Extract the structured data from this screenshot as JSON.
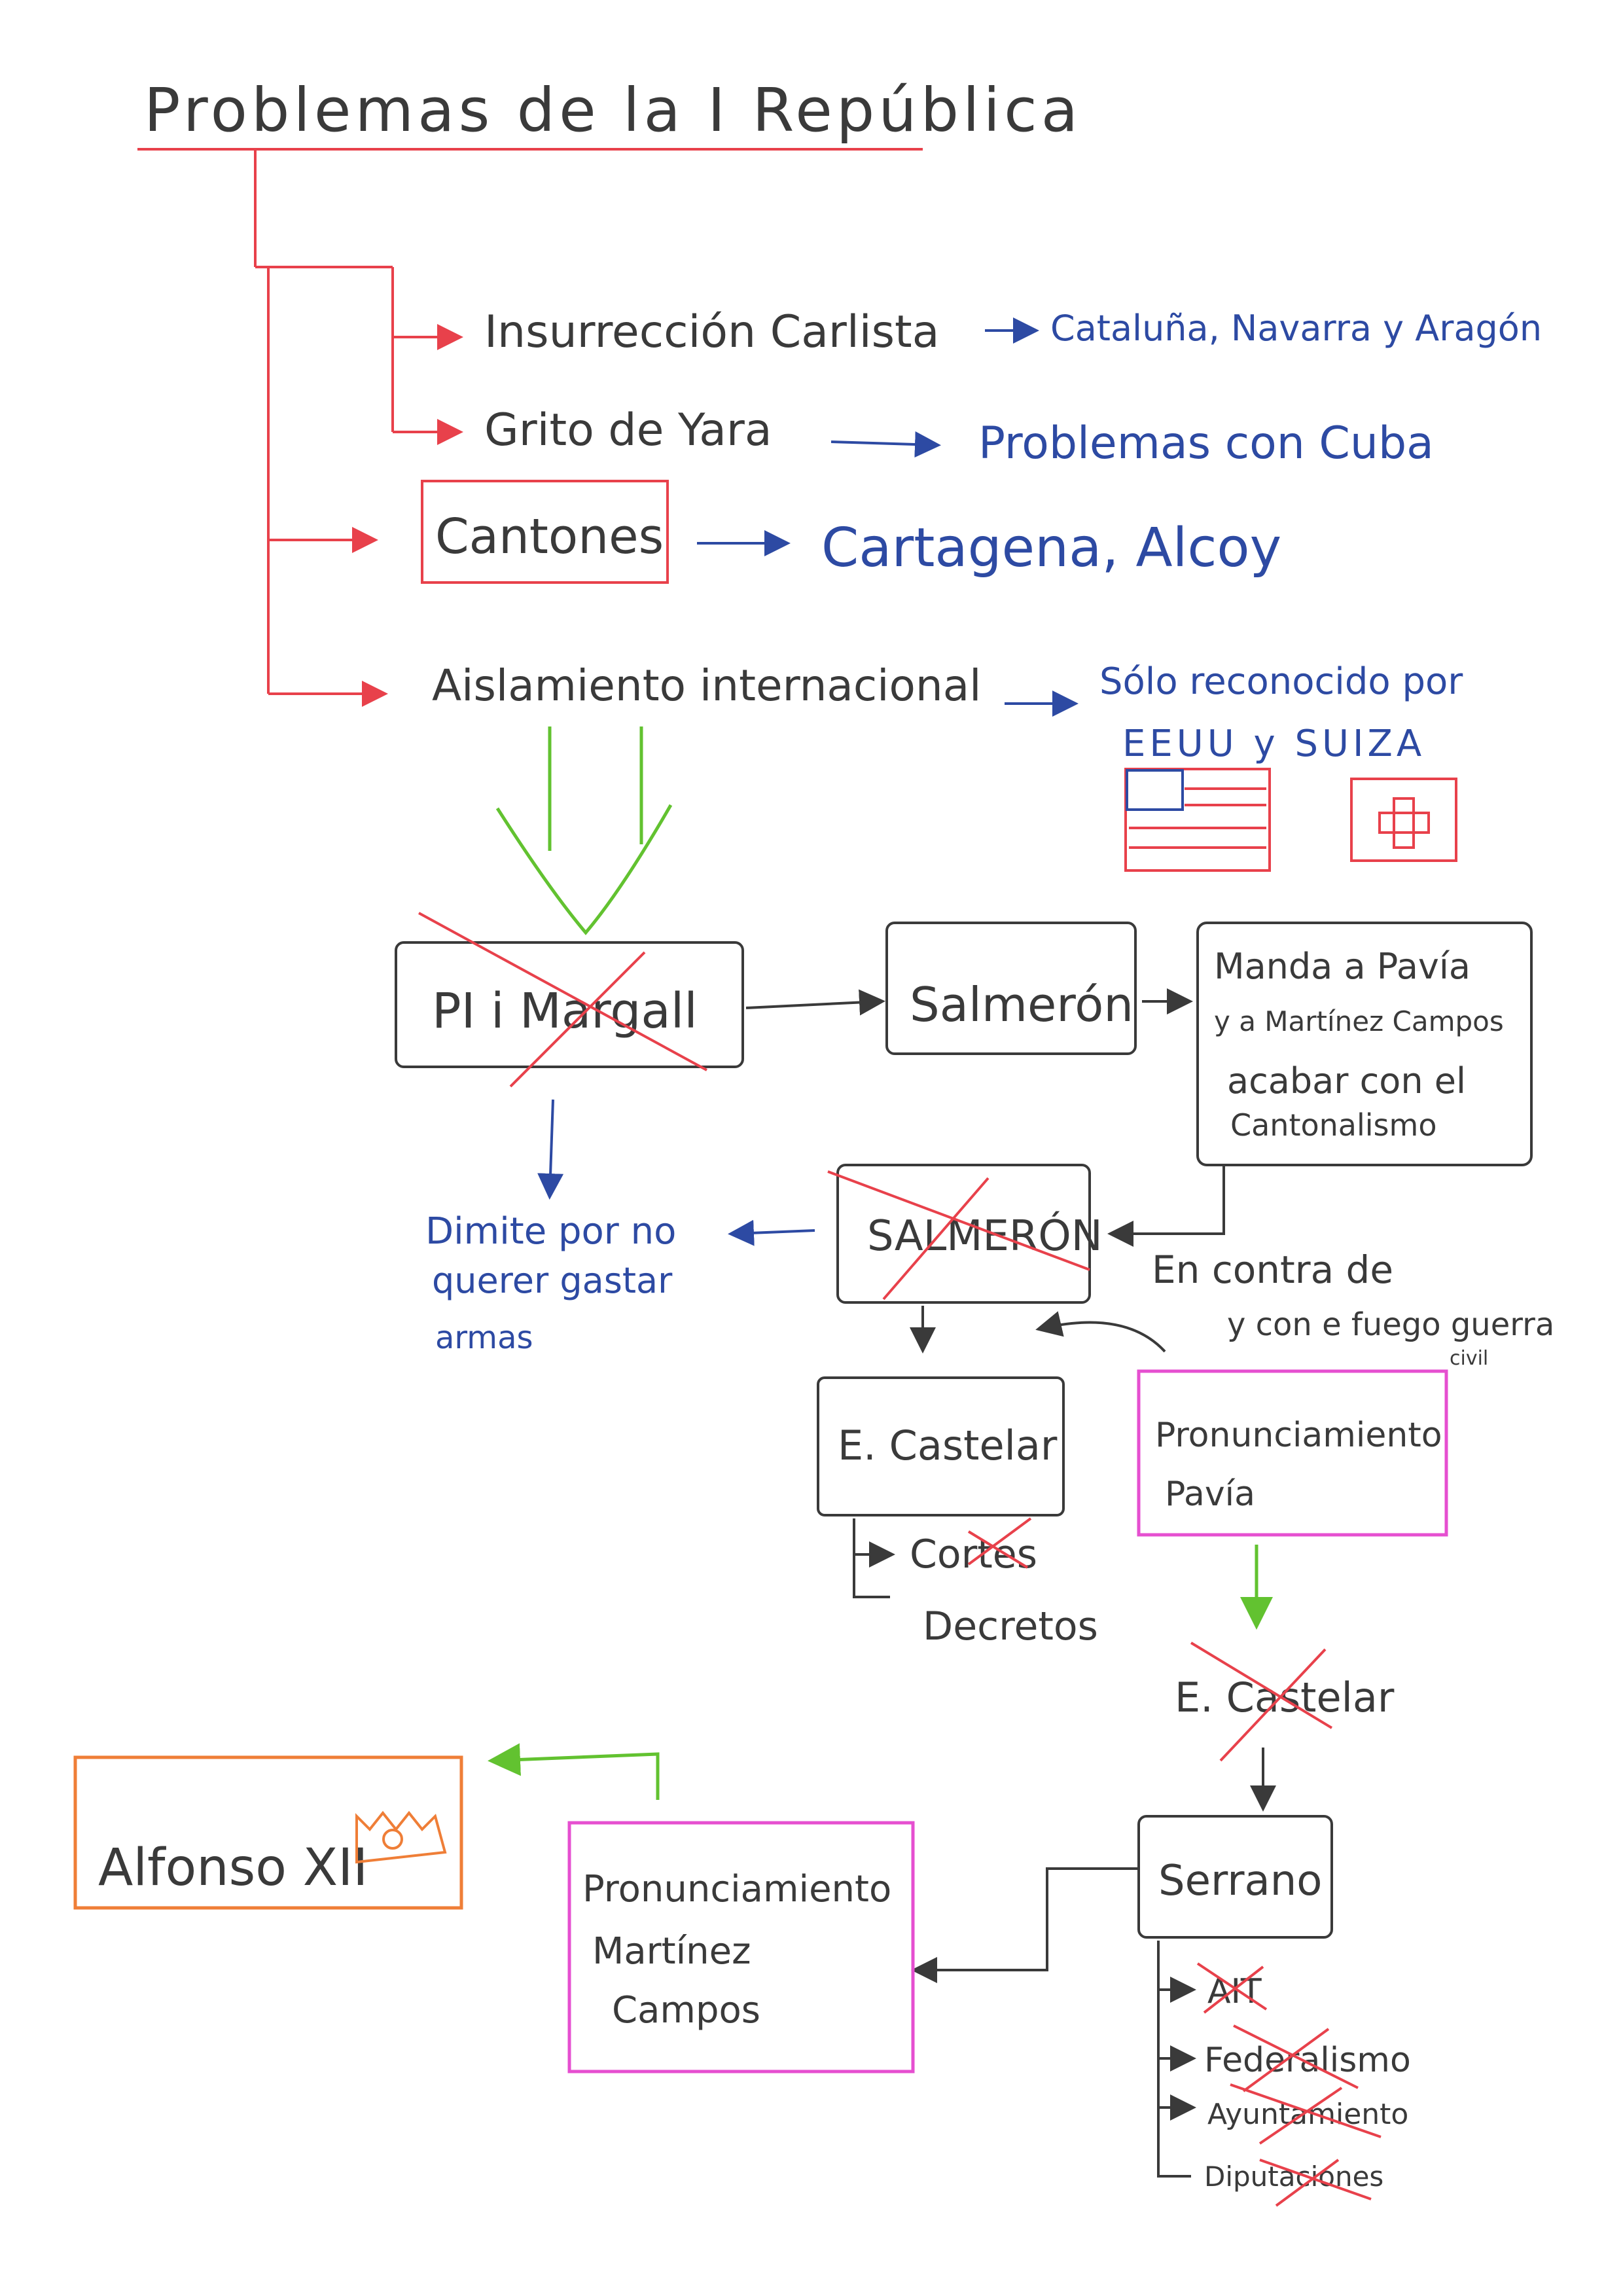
{
  "title": "Problemas de la I República",
  "colors": {
    "red": "#e8414b",
    "blue": "#2d4aa3",
    "black": "#3a3a3a",
    "green": "#62c230",
    "magenta": "#e64fd0",
    "orange": "#ef7e37"
  },
  "problems": [
    {
      "label": "Insurrección Carlista",
      "consequence": "Cataluña, Navarra y Aragón"
    },
    {
      "label": "Grito de Yara",
      "consequence": "Problemas con Cuba"
    },
    {
      "label": "Cantones",
      "consequence": "Cartagena, Alcoy"
    },
    {
      "label": "Aislamiento internacional",
      "consequence_line1": "Sólo reconocido por",
      "consequence_line2": "EEUU y SUIZA"
    }
  ],
  "flags": {
    "usa": "usa-flag-icon",
    "switzerland": "swiss-flag-icon"
  },
  "nodes": {
    "pi_margall": "PI i Margall",
    "salmeron": "Salmerón",
    "pavia_note": [
      "Manda a Pavía",
      "y a Martínez Campos",
      "acabar con el",
      "Cantonalismo"
    ],
    "salmeron_crossed": "SALMERÓN",
    "dimite_note": [
      "Dimite por no",
      "querer gastar",
      "armas"
    ],
    "salmeron_reason": [
      "En contra de",
      "y con e fuego guerra",
      "civil"
    ],
    "castelar": "E. Castelar",
    "castelar_actions": [
      "Cortes",
      "Decretos"
    ],
    "pronunciamiento_pavia": [
      "Pronunciamiento",
      "Pavía"
    ],
    "castelar_crossed": "E. Castelar",
    "serrano": "Serrano",
    "serrano_actions": [
      "AIT",
      "Federalismo",
      "Ayuntamiento",
      "Diputaciones"
    ],
    "pronunciamiento_martinez": [
      "Pronunciamiento",
      "Martínez",
      "Campos"
    ],
    "alfonso": "Alfonso XII",
    "crown": "crown-icon"
  }
}
